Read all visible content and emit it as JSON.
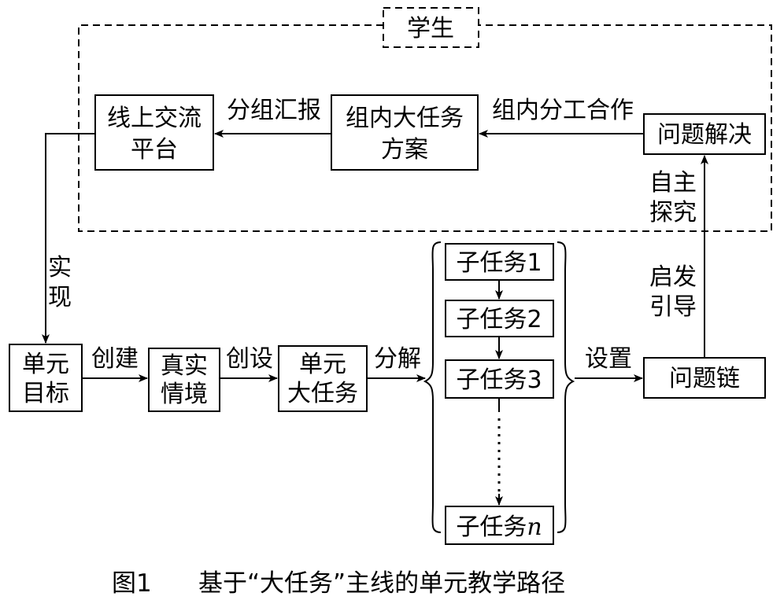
{
  "group": {
    "label": "学生"
  },
  "nodes": {
    "online_platform": [
      "线上交流",
      "平台"
    ],
    "group_plan": [
      "组内大任务",
      "方案"
    ],
    "problem_solving": [
      "问题解决"
    ],
    "unit_goal": [
      "单元",
      "目标"
    ],
    "real_situation": [
      "真实",
      "情境"
    ],
    "unit_task": [
      "单元",
      "大任务"
    ],
    "subtasks": {
      "prefix": "子任务",
      "numbers": [
        "1",
        "2",
        "3"
      ],
      "last": "n"
    },
    "problem_chain": [
      "问题链"
    ]
  },
  "edges": {
    "report": "分组汇报",
    "cooperate": "组内分工合作",
    "explore": [
      "自主",
      "探究"
    ],
    "guide": [
      "启发",
      "引导"
    ],
    "realize": [
      "实",
      "现"
    ],
    "create": "创建",
    "design": "创设",
    "decompose": "分解",
    "setup": "设置"
  },
  "caption": {
    "number": "图1",
    "text": "基于“大任务”主线的单元教学路径"
  }
}
